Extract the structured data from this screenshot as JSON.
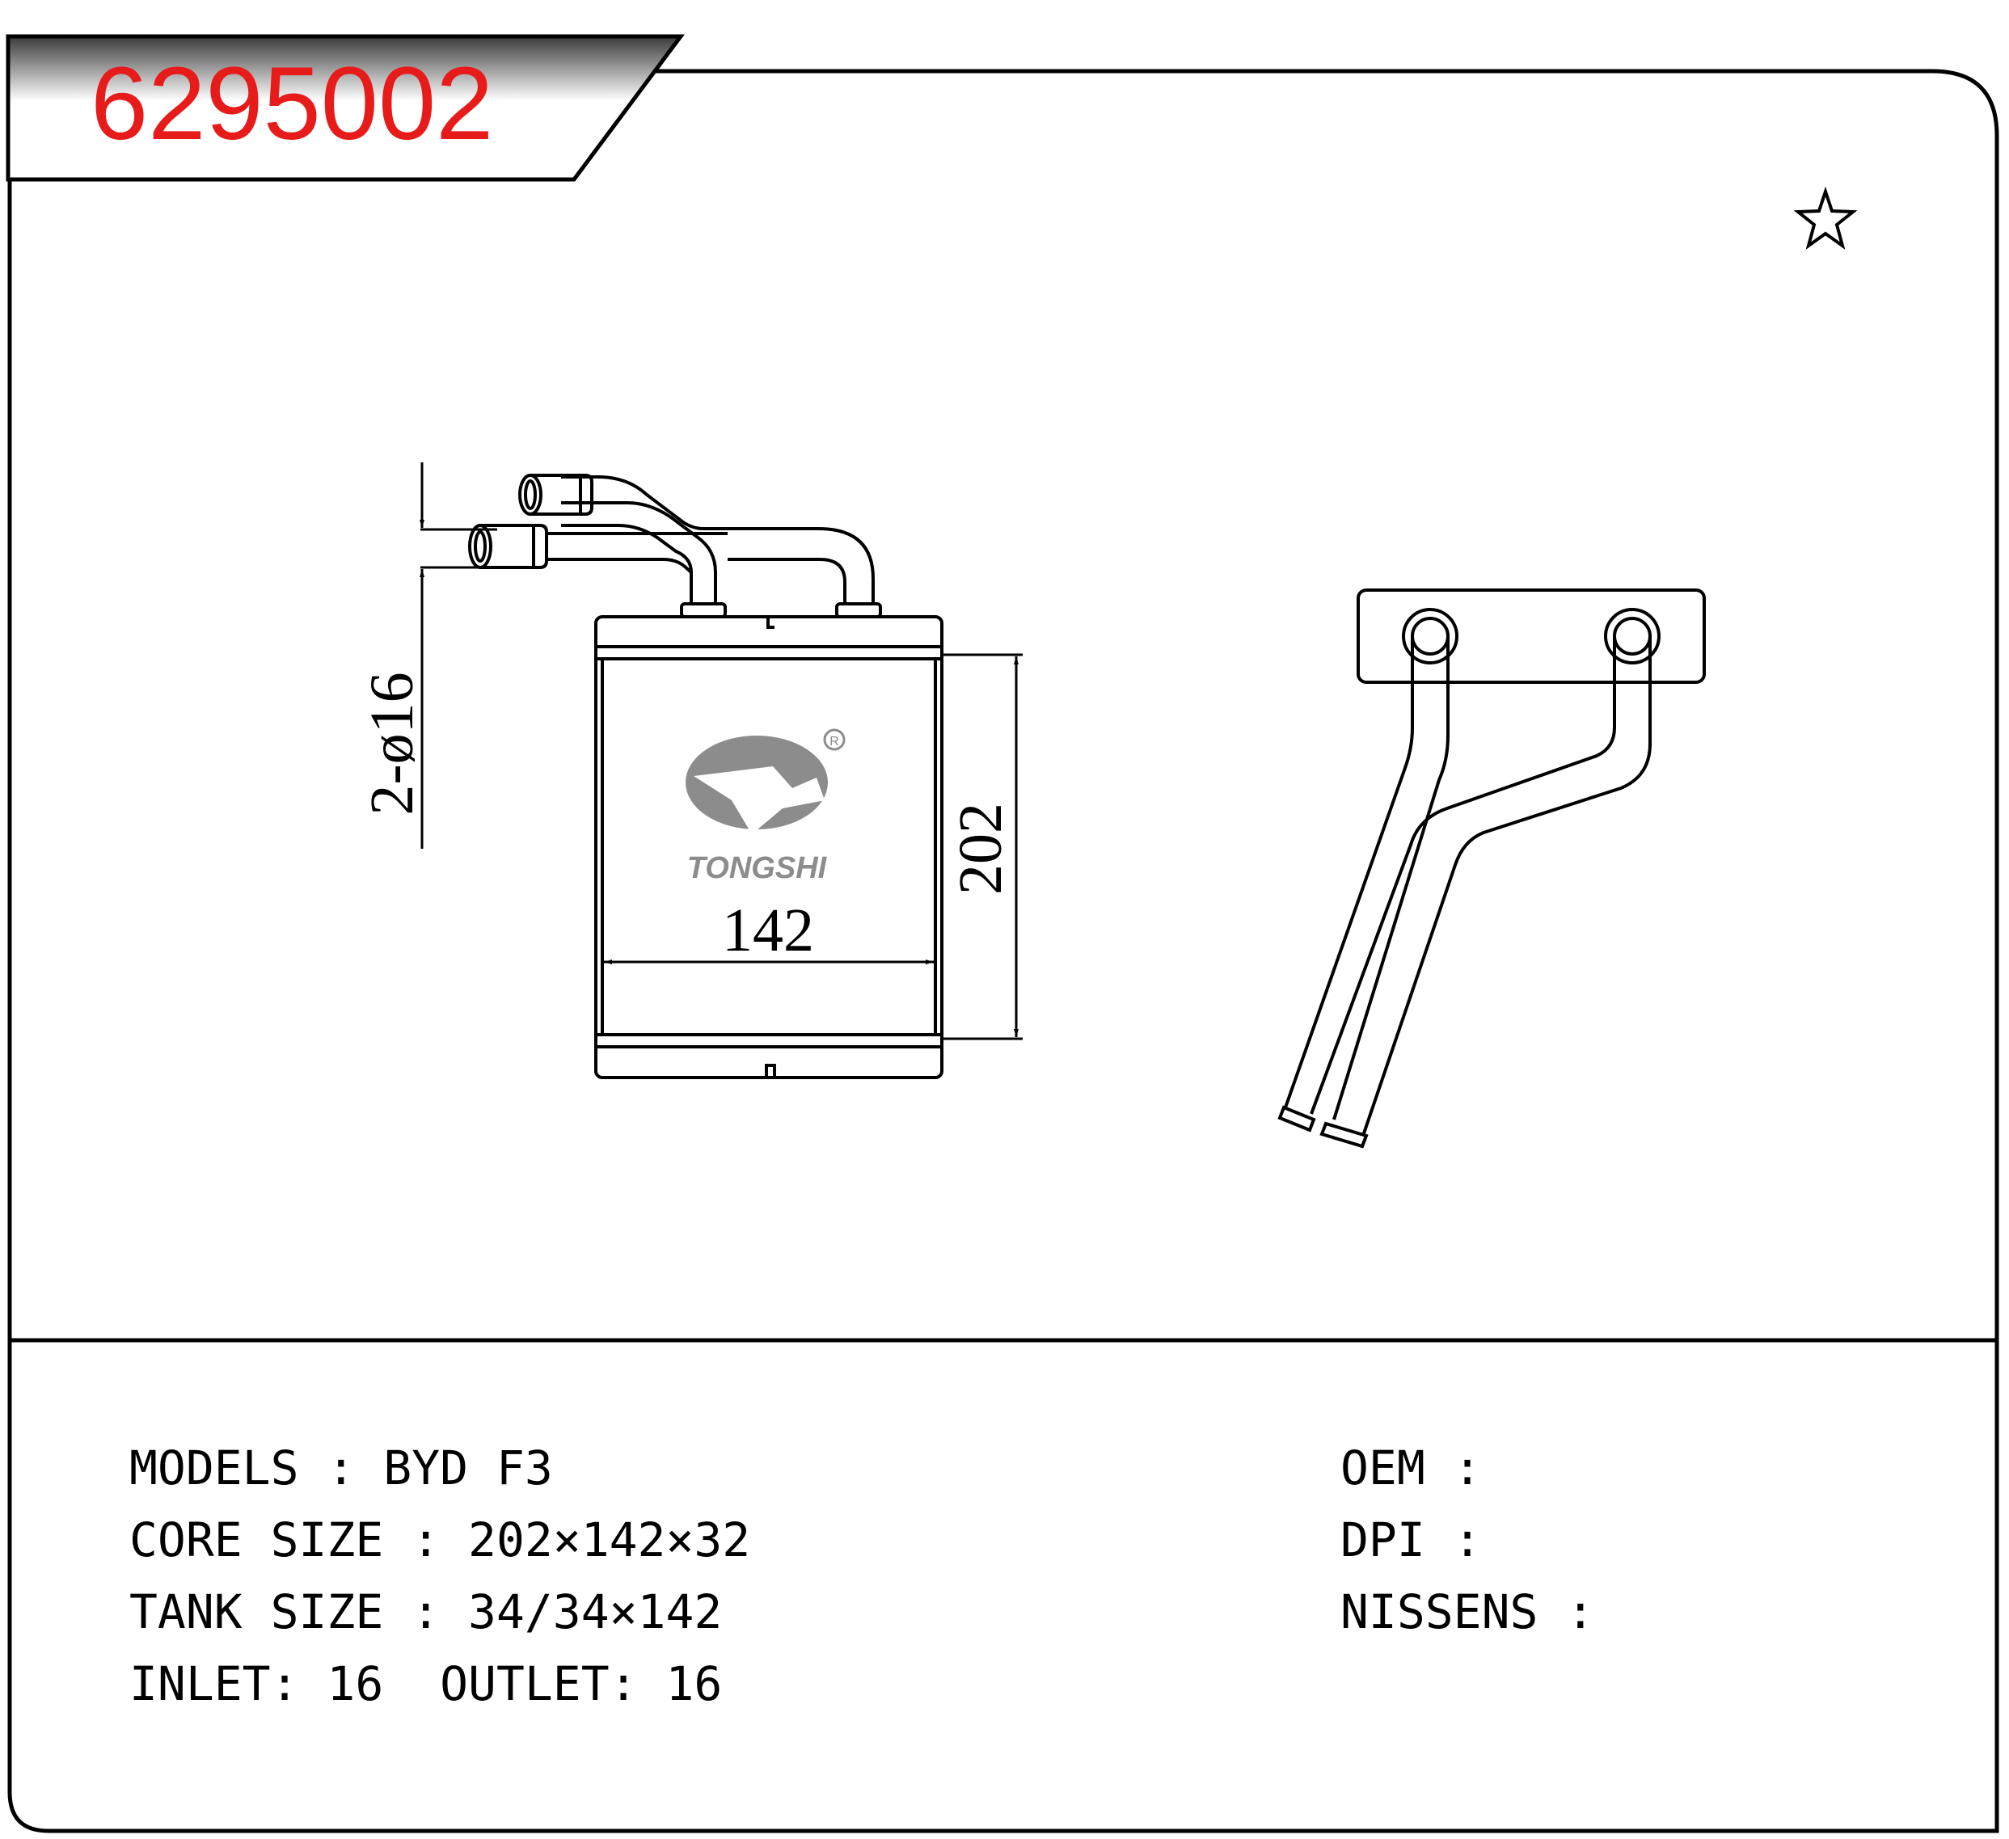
{
  "part_number": "6295002",
  "colors": {
    "part_number_text": "#e81b1b",
    "banner_dark": "#3a3a3a",
    "banner_light": "#ffffff",
    "outline": "#000000",
    "logo_gray": "#8c8c8c"
  },
  "icons": {
    "favorite": "star-outline-icon"
  },
  "brand": {
    "name": "TONGSHI",
    "registered_mark": "R"
  },
  "dimensions": {
    "pipe_label": "2-ø16",
    "height_label": "202",
    "width_label": "142"
  },
  "specs": {
    "models": "MODELS : BYD F3",
    "core_size": "CORE SIZE : 202×142×32",
    "tank_size": "TANK SIZE : 34/34×142",
    "inlet_outlet": "INLET: 16  OUTLET: 16",
    "oem": "OEM :",
    "dpi": "DPI :",
    "nissens": "NISSENS :"
  }
}
